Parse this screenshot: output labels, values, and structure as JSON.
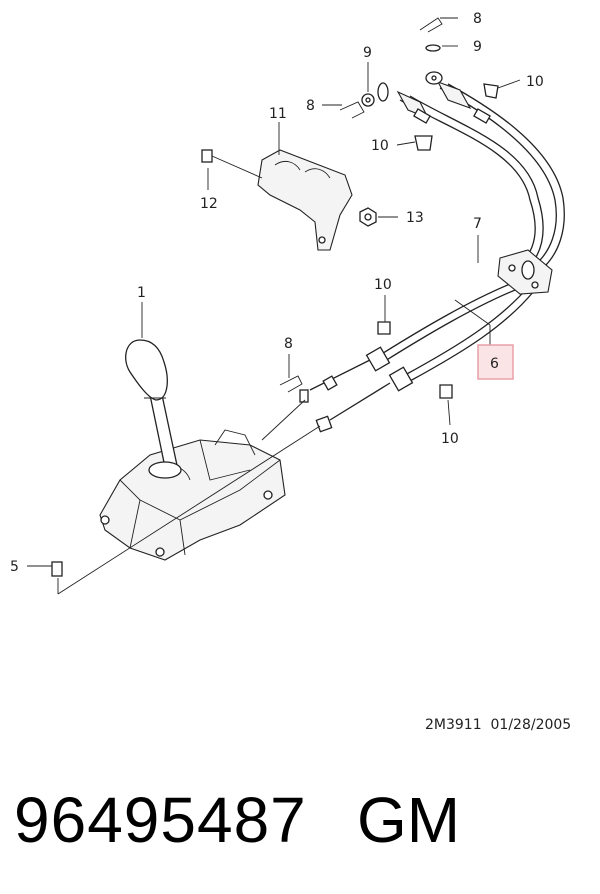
{
  "diagram": {
    "callouts": [
      {
        "id": "1",
        "label": "1"
      },
      {
        "id": "5",
        "label": "5"
      },
      {
        "id": "6",
        "label": "6"
      },
      {
        "id": "7",
        "label": "7"
      },
      {
        "id": "8a",
        "label": "8"
      },
      {
        "id": "8b",
        "label": "8"
      },
      {
        "id": "8c",
        "label": "8"
      },
      {
        "id": "9a",
        "label": "9"
      },
      {
        "id": "9b",
        "label": "9"
      },
      {
        "id": "10a",
        "label": "10"
      },
      {
        "id": "10b",
        "label": "10"
      },
      {
        "id": "10c",
        "label": "10"
      },
      {
        "id": "10d",
        "label": "10"
      },
      {
        "id": "11",
        "label": "11"
      },
      {
        "id": "12",
        "label": "12"
      },
      {
        "id": "13",
        "label": "13"
      }
    ],
    "highlight_color": "#e8a0a8",
    "highlight_fill": "#fbe4e6",
    "code": "2M3911  01/28/2005"
  },
  "footer": {
    "part_number": "96495487",
    "brand": "GM"
  }
}
